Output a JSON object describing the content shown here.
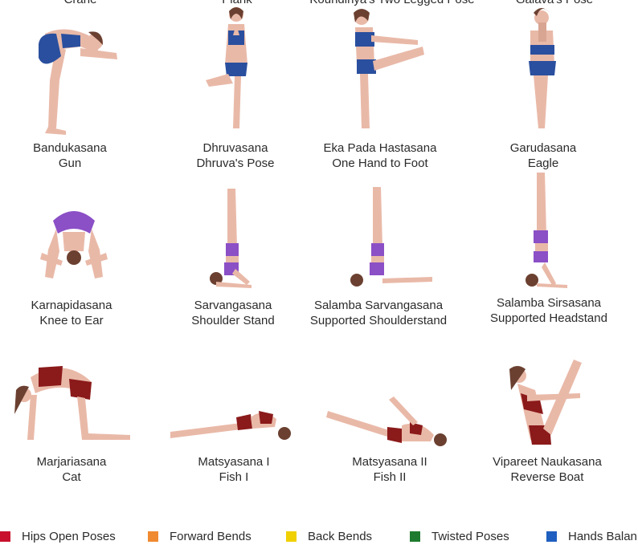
{
  "top_row_cut": [
    "Crane",
    "Plank",
    "Koundinya's Two Legged Pose",
    "Galava's Pose"
  ],
  "poses": [
    {
      "sanskrit": "Bandukasana",
      "english": "Gun",
      "color": "#2a4f9e"
    },
    {
      "sanskrit": "Dhruvasana",
      "english": "Dhruva's Pose",
      "color": "#2a4f9e"
    },
    {
      "sanskrit": "Eka Pada Hastasana",
      "english": "One Hand to Foot",
      "color": "#2a4f9e"
    },
    {
      "sanskrit": "Garudasana",
      "english": "Eagle",
      "color": "#2a4f9e"
    },
    {
      "sanskrit": "Karnapidasana",
      "english": "Knee to Ear",
      "color": "#8b4fc6"
    },
    {
      "sanskrit": "Sarvangasana",
      "english": "Shoulder Stand",
      "color": "#8b4fc6"
    },
    {
      "sanskrit": "Salamba Sarvangasana",
      "english": "Supported Shoulderstand",
      "color": "#8b4fc6"
    },
    {
      "sanskrit": "Salamba Sirsasana",
      "english": "Supported Headstand",
      "color": "#8b4fc6"
    },
    {
      "sanskrit": "Marjariasana",
      "english": "Cat",
      "color": "#8b1a1a"
    },
    {
      "sanskrit": "Matsyasana I",
      "english": "Fish I",
      "color": "#8b1a1a"
    },
    {
      "sanskrit": "Matsyasana II",
      "english": "Fish II",
      "color": "#8b1a1a"
    },
    {
      "sanskrit": "Vipareet Naukasana",
      "english": "Reverse Boat",
      "color": "#8b1a1a"
    }
  ],
  "legend": [
    {
      "label": "Hips Open Poses",
      "color": "#c8102e"
    },
    {
      "label": "Forward Bends",
      "color": "#f08a30"
    },
    {
      "label": "Back Bends",
      "color": "#f0d000"
    },
    {
      "label": "Twisted Poses",
      "color": "#1e7a2e"
    },
    {
      "label": "Hands Balan",
      "color": "#1f5fbf"
    }
  ],
  "skin_color": "#e9b9a8",
  "hair_color": "#6b4030"
}
